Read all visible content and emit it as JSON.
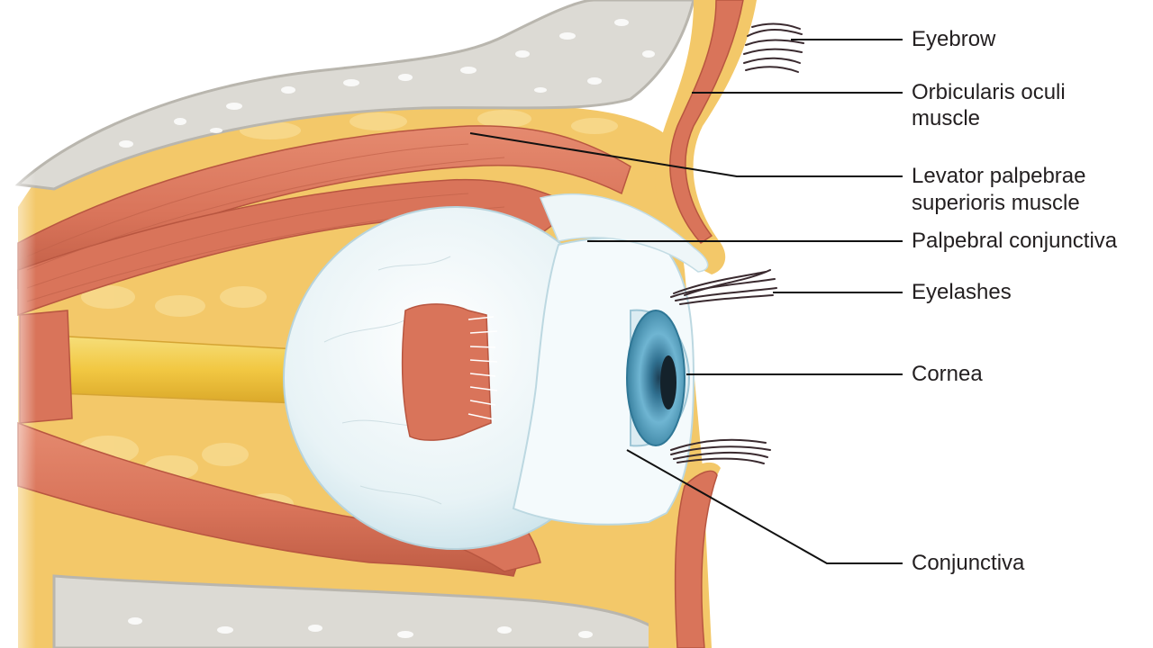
{
  "labels": {
    "eyebrow": "Eyebrow",
    "orbicularis_1": "Orbicularis oculi",
    "orbicularis_2": "muscle",
    "levator_1": "Levator palpebrae",
    "levator_2": "superioris muscle",
    "palpebral": "Palpebral conjunctiva",
    "eyelashes": "Eyelashes",
    "cornea": "Cornea",
    "conjunctiva": "Conjunctiva"
  },
  "colors": {
    "bone": "#dcdad4",
    "bone_edge": "#b9b6ae",
    "fat": "#f3c869",
    "fat_light": "#f8dc93",
    "muscle": "#d9745a",
    "muscle_dark": "#b85640",
    "sclera": "#eaf4f6",
    "conjunctiva": "#f4fafc",
    "iris": "#5aa6c6",
    "nerve": "#f2c843",
    "lash": "#3a2a2f",
    "leader": "#111111"
  }
}
